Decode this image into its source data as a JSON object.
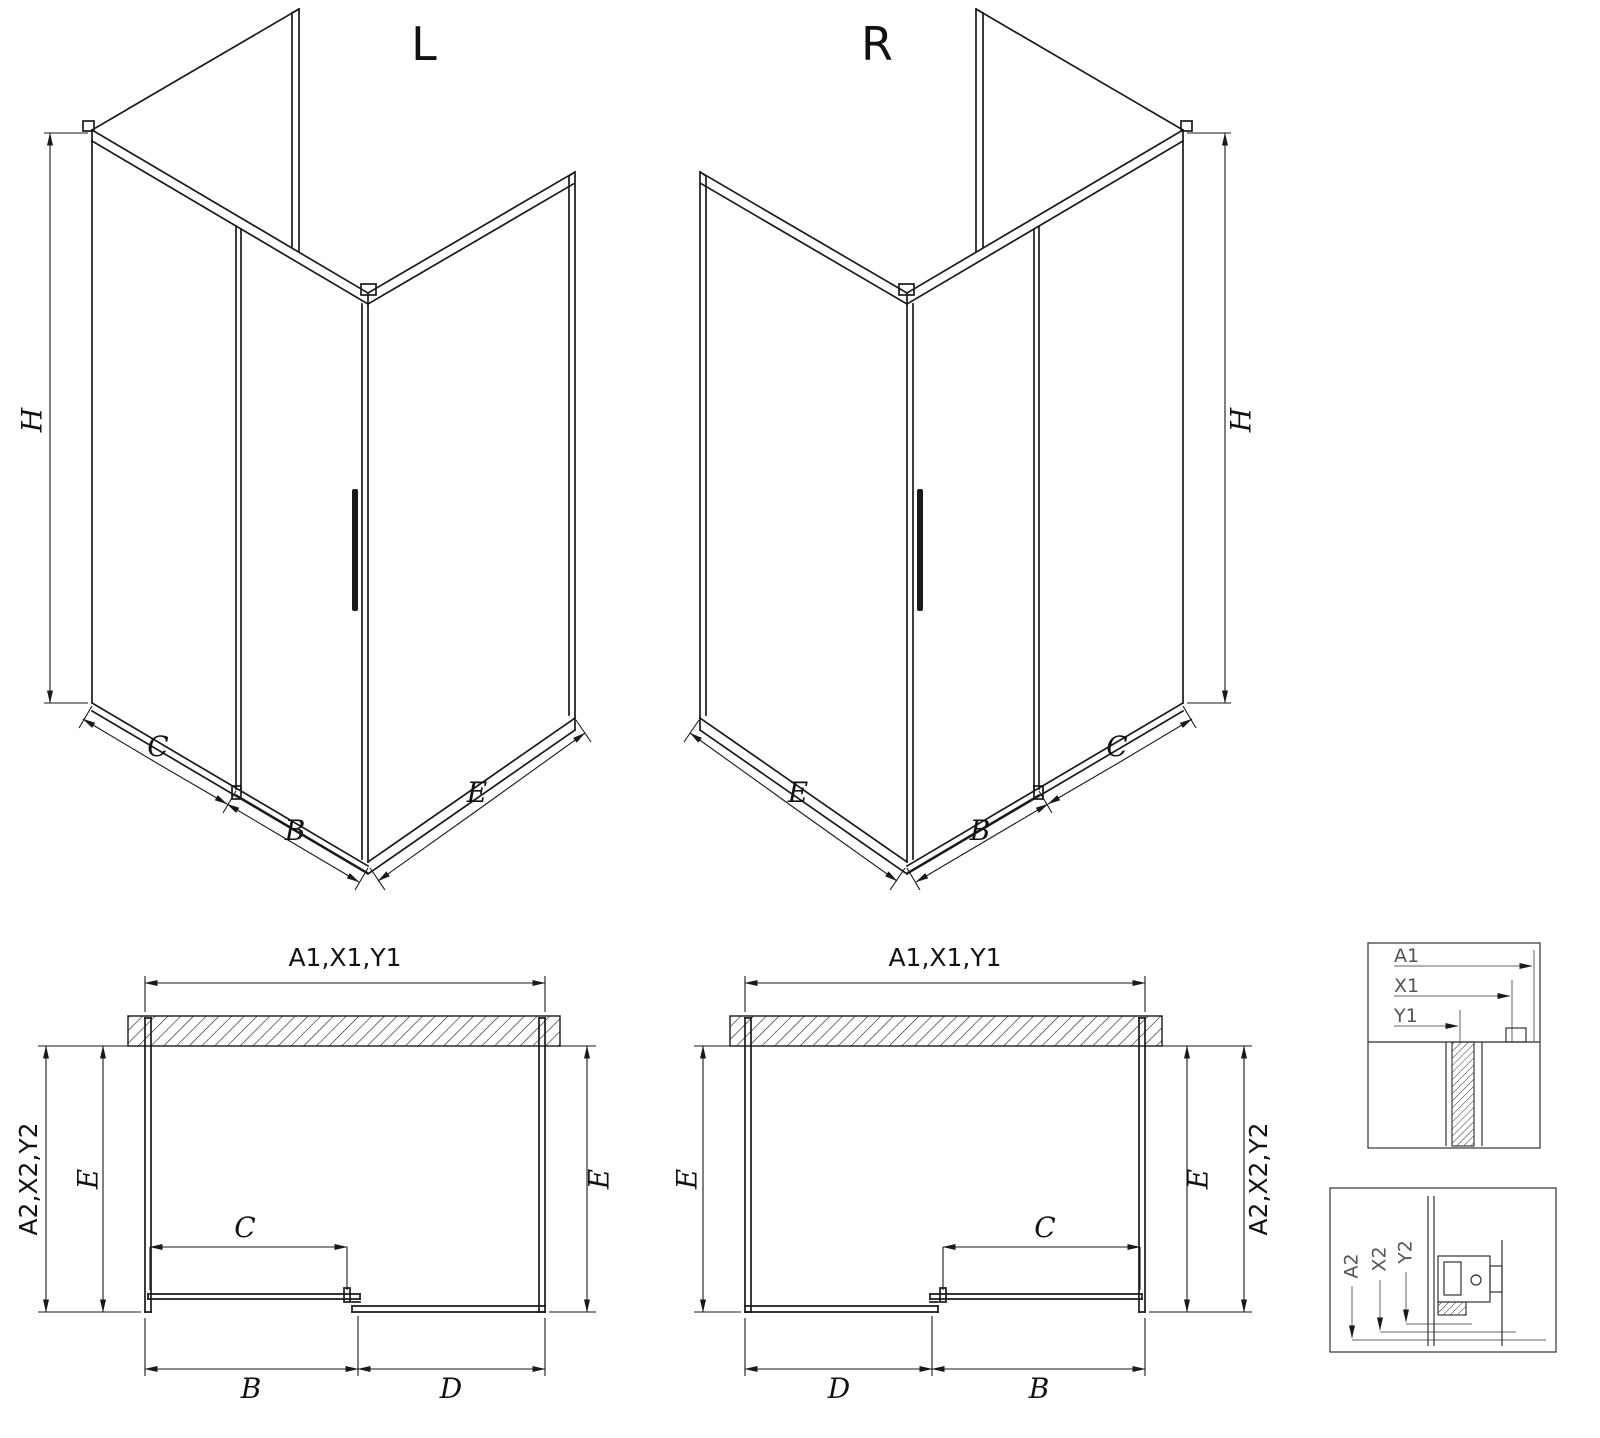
{
  "iso_left": {
    "title": "L",
    "dim_h": "H",
    "dim_c": "C",
    "dim_b": "B",
    "dim_e": "E"
  },
  "iso_right": {
    "title": "R",
    "dim_h": "H",
    "dim_c": "C",
    "dim_b": "B",
    "dim_e": "E"
  },
  "plan_left": {
    "dim_top": "A1,X1,Y1",
    "dim_side_outer": "A2,X2,Y2",
    "dim_side_inner": "E",
    "dim_side_right": "E",
    "dim_c": "C",
    "dim_b": "B",
    "dim_d": "D"
  },
  "plan_right": {
    "dim_top": "A1,X1,Y1",
    "dim_side_left": "E",
    "dim_side_inner": "E",
    "dim_side_outer": "A2,X2,Y2",
    "dim_c": "C",
    "dim_b": "B",
    "dim_d": "D"
  },
  "detail_top": {
    "label_a1": "A1",
    "label_x1": "X1",
    "label_y1": "Y1"
  },
  "detail_bottom": {
    "label_a2": "A2",
    "label_x2": "X2",
    "label_y2": "Y2"
  },
  "colors": {
    "line": "#1a1a1a",
    "detail_label": "#555555",
    "background": "#ffffff"
  }
}
